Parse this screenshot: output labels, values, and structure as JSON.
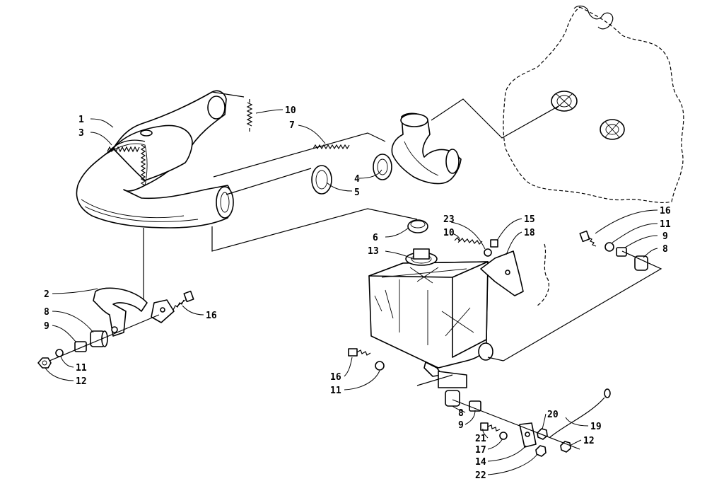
{
  "callouts": {
    "c1": "1",
    "c3": "3",
    "c10a": "10",
    "c7": "7",
    "c4": "4",
    "c5": "5",
    "c6": "6",
    "c13": "13",
    "c23": "23",
    "c10b": "10",
    "c15": "15",
    "c18": "18",
    "c16a": "16",
    "c11a": "11",
    "c9a": "9",
    "c8a": "8",
    "c2": "2",
    "c8b": "8",
    "c9b": "9",
    "c16b": "16",
    "c11b": "11",
    "c12a": "12",
    "c16c": "16",
    "c11c": "11",
    "c8c": "8",
    "c9c": "9",
    "c21": "21",
    "c17": "17",
    "c14": "14",
    "c22": "22",
    "c20": "20",
    "c19": "19",
    "c12b": "12"
  }
}
